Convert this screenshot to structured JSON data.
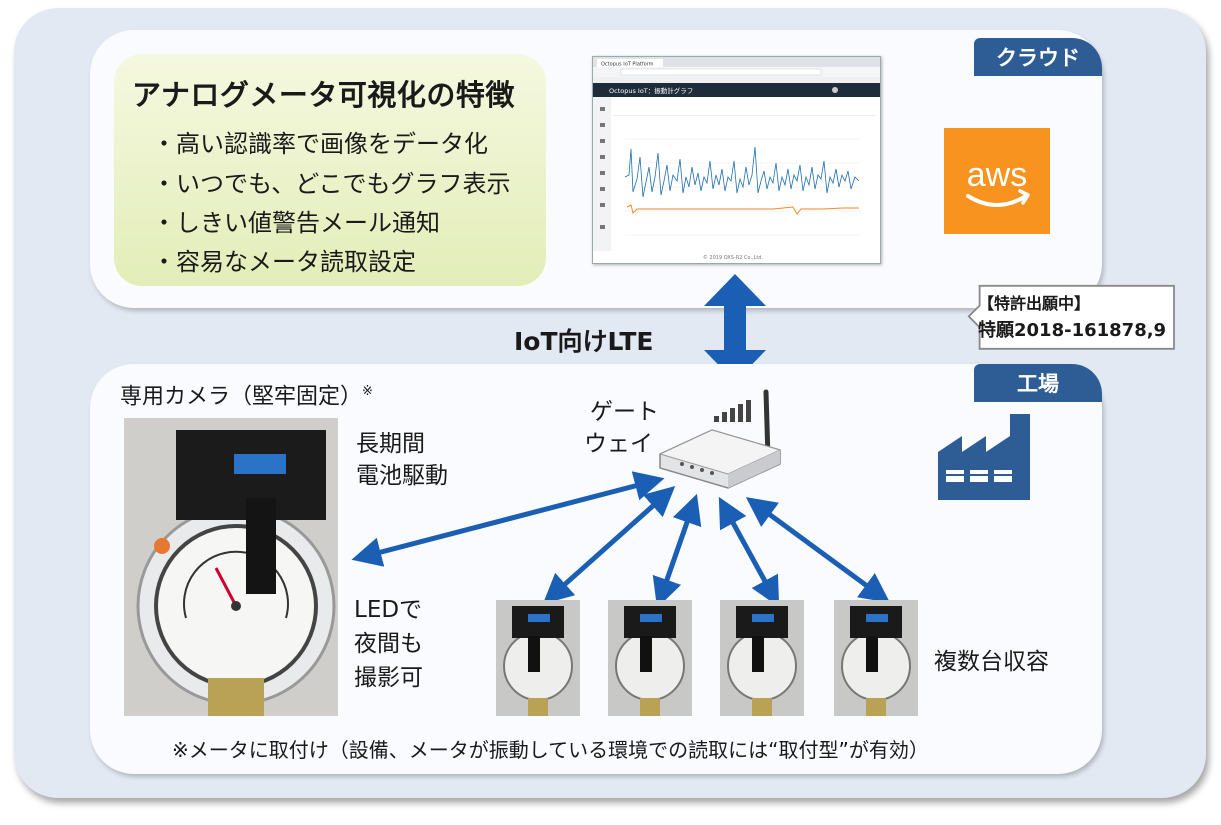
{
  "cloud": {
    "tab_label": "クラウド",
    "aws_logo_text": "aws"
  },
  "features": {
    "title": "アナログメータ可視化の特徴",
    "items": [
      "・高い認識率で画像をデータ化",
      "・いつでも、どこでもグラフ表示",
      "・しきい値警告メール通知",
      "・容易なメータ読取設定"
    ]
  },
  "dashboard": {
    "browser_tab": "Octopus IoT Platform",
    "app_title": "Octopus IoT：振動計グラフ",
    "footer": "© 2019 OXS-R2 Co.,Ltd."
  },
  "patent": {
    "line1": "【特許出願中】",
    "line2": "特願2018-161878,9"
  },
  "network": {
    "label": "IoT向けLTE"
  },
  "factory": {
    "tab_label": "工場",
    "camera_label": "専用カメラ（堅牢固定）",
    "camera_label_mark": "※",
    "battery_label": [
      "長期間",
      "電池駆動"
    ],
    "led_label": [
      "LEDで",
      "夜間も",
      "撮影可"
    ],
    "gateway_label": [
      "ゲート",
      "ウェイ"
    ],
    "multi_label": "複数台収容",
    "footnote": "※メータに取付け（設備、メータが振動している環境での読取には“取付型”が有効）"
  },
  "colors": {
    "accent_blue": "#2e5d96",
    "arrow_blue": "#1a5fb4",
    "aws_orange": "#f7931e",
    "feature_green": "#e3edb8"
  }
}
